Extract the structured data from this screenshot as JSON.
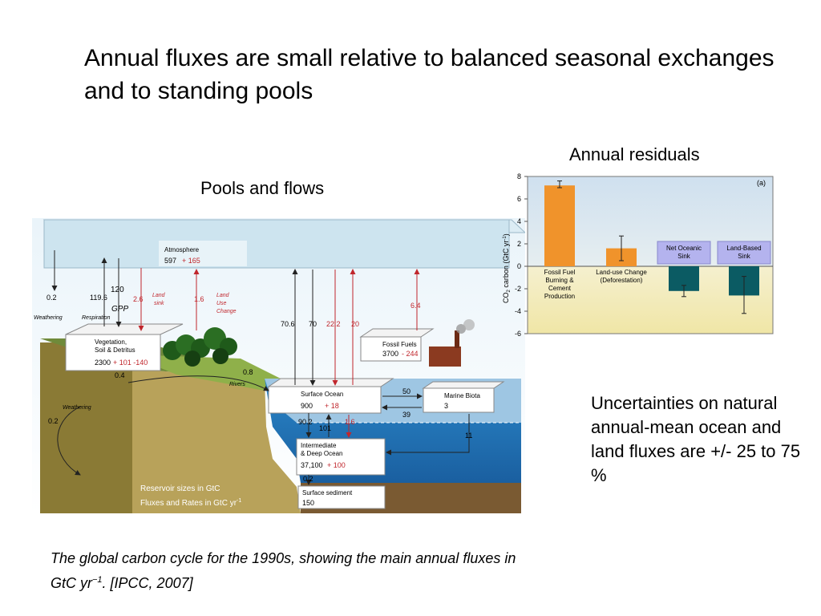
{
  "slide": {
    "title": "Annual fluxes are small relative to balanced seasonal exchanges and to standing pools",
    "pools_label": "Pools and flows",
    "residuals_label": "Annual residuals",
    "uncertainty_text": "Uncertainties on natural annual-mean ocean and land fluxes are +/- 25 to 75 %",
    "caption_main": "The global carbon cycle for the 1990s, showing the main annual fluxes in GtC yr",
    "caption_sup": "−1",
    "caption_end": ". [IPCC, 2007]"
  },
  "diagram": {
    "atmosphere": {
      "name": "Atmosphere",
      "value": "597",
      "change": "+ 165"
    },
    "vegetation": {
      "line1": "Vegetation,",
      "line2": "Soil & Detritus",
      "value": "2300",
      "change": "+ 101 -140"
    },
    "fossil": {
      "name": "Fossil Fuels",
      "value": "3700",
      "change": "- 244"
    },
    "surface_ocean": {
      "name": "Surface Ocean",
      "value": "900",
      "change": "+ 18"
    },
    "marine_biota": {
      "name": "Marine Biota",
      "value": "3"
    },
    "deep_ocean": {
      "line1": "Intermediate",
      "line2": "& Deep Ocean",
      "value": "37,100",
      "change": "+ 100"
    },
    "sediment": {
      "name": "Surface sediment",
      "value": "150"
    },
    "fluxes": {
      "weathering_atm": "0.2",
      "weathering_atm_label": "Weathering",
      "respiration": "119.6",
      "respiration_label": "Respiration",
      "gpp": "120",
      "gpp_label": "GPP",
      "land_sink": "2.6",
      "land_sink_label1": "Land",
      "land_sink_label2": "sink",
      "land_use": "1.6",
      "land_use_label1": "Land",
      "land_use_label2": "Use",
      "land_use_label3": "Change",
      "ocean_up": "70.6",
      "ocean_down": "70",
      "ocean_anthro_down": "22.2",
      "ocean_anthro_up": "20",
      "fossil_emission": "6.4",
      "veg_to_river": "0.4",
      "rivers": "0.8",
      "rivers_label": "Rivers",
      "weathering_rock": "0.2",
      "weathering_rock_label": "Weathering",
      "biota_in": "50",
      "biota_out": "39",
      "down_mix": "90.2",
      "up_mix": "101",
      "anthro_mix": "1.6",
      "biota_sink": "11",
      "sediment": "0.2"
    },
    "legend_line1": "Reservoir sizes in GtC",
    "legend_line2": "Fluxes and Rates in GtC yr",
    "legend_sup": "-1"
  },
  "chart_data": {
    "type": "bar",
    "ylabel": "CO2 carbon (GtC yr-1)",
    "ylabel_main": "CO",
    "ylabel_sub": "2",
    "ylabel_rest": " carbon (GtC yr",
    "ylabel_sup": "-1",
    "ylabel_end": ")",
    "panel_label": "(a)",
    "ylim": [
      -6,
      8
    ],
    "yticks": [
      "8",
      "6",
      "4",
      "2",
      "0",
      "-2",
      "-4",
      "-6"
    ],
    "series": [
      {
        "label_lines": [
          "Fossil Fuel",
          "Burning &",
          "Cement",
          "Production"
        ],
        "value": 7.2,
        "err_low": 7.0,
        "err_high": 7.6,
        "color": "#f0932b"
      },
      {
        "label_lines": [
          "Land-use Change",
          "(Deforestation)"
        ],
        "value": 1.6,
        "err_low": 0.5,
        "err_high": 2.7,
        "color": "#f0932b"
      },
      {
        "label_lines": [
          "Net Oceanic",
          "Sink"
        ],
        "value": -2.2,
        "err_low": -2.7,
        "err_high": -1.7,
        "color": "#0b5b63"
      },
      {
        "label_lines": [
          "Land-Based",
          "Sink"
        ],
        "value": -2.6,
        "err_low": -4.2,
        "err_high": -0.9,
        "color": "#0b5b63"
      }
    ],
    "colors": {
      "positive": "#f0932b",
      "negative": "#0b5b63",
      "label_box": "#b4b3ee"
    }
  }
}
